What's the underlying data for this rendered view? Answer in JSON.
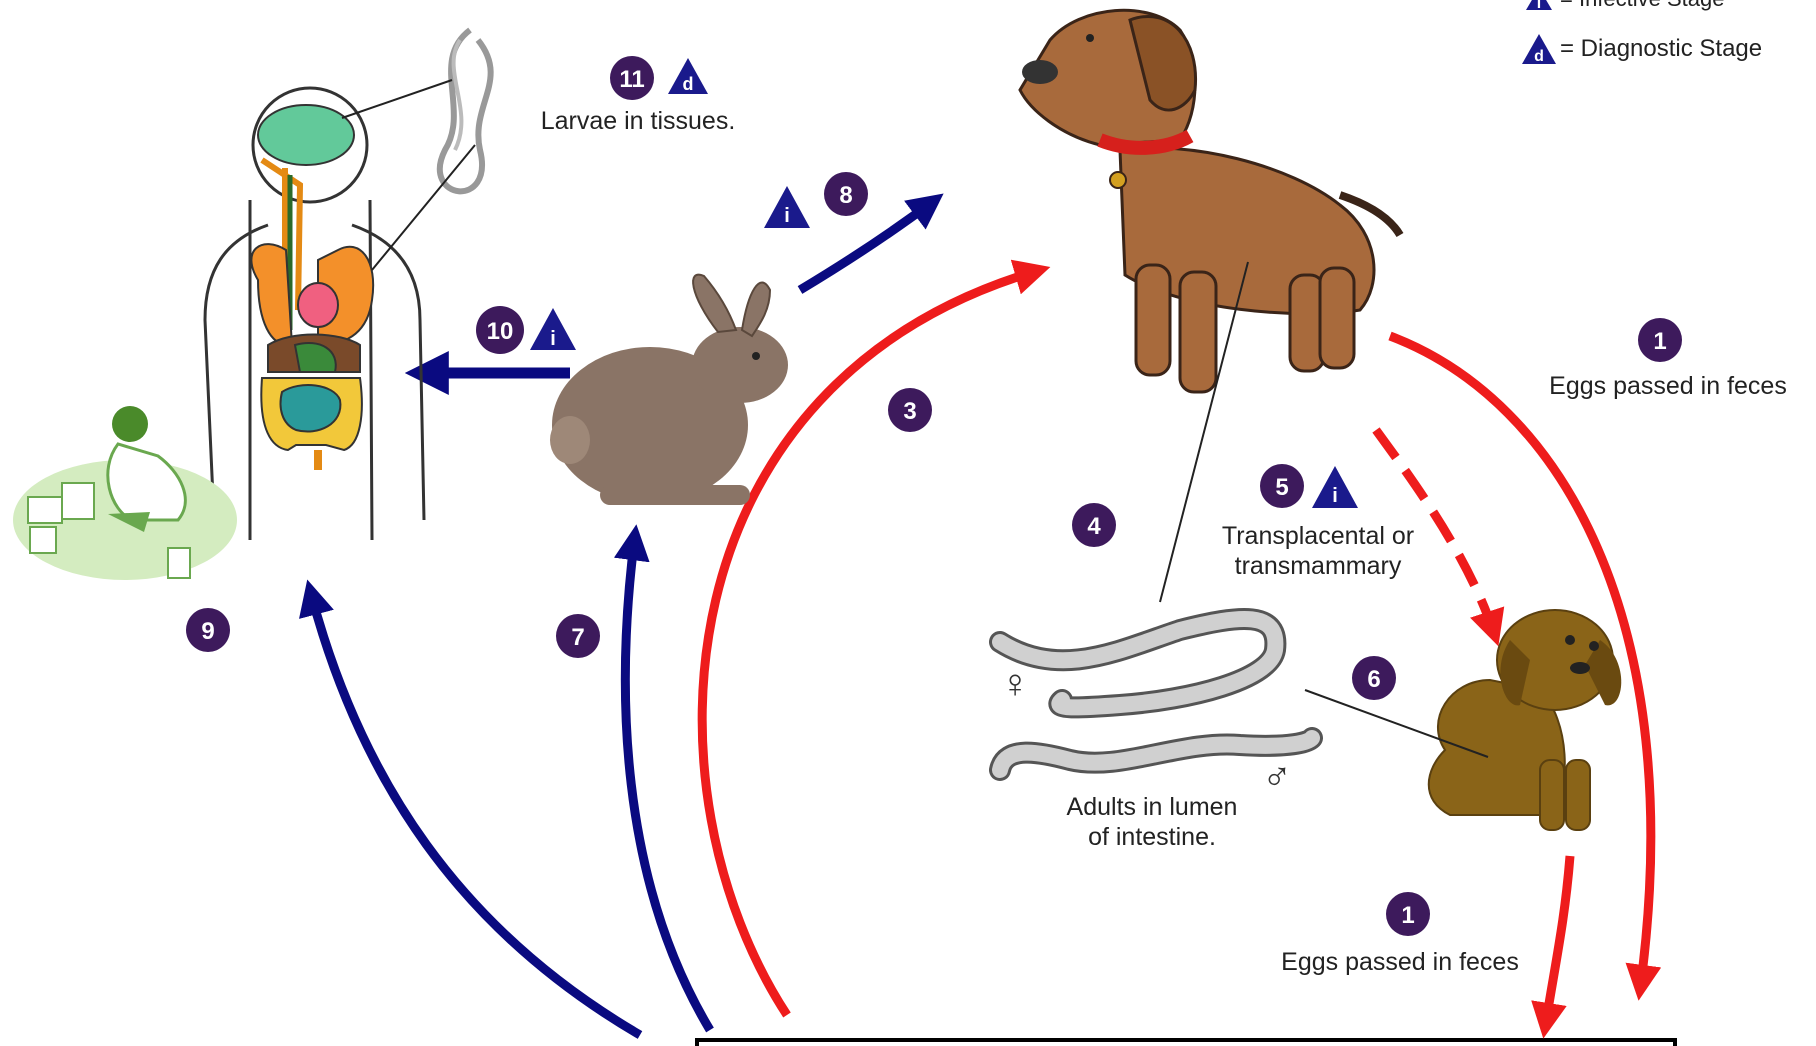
{
  "legend": {
    "infective_label": "= Infective Stage",
    "diagnostic_label": "= Diagnostic Stage",
    "infective_symbol": "i",
    "diagnostic_symbol": "d"
  },
  "steps": {
    "s1a": {
      "number": "1",
      "caption": "Eggs passed in feces"
    },
    "s1b": {
      "number": "1",
      "caption": "Eggs passed in feces"
    },
    "s3": {
      "number": "3"
    },
    "s4": {
      "number": "4"
    },
    "s5": {
      "number": "5",
      "caption_line1": "Transplacental or",
      "caption_line2": "transmammary"
    },
    "s6": {
      "number": "6"
    },
    "s7": {
      "number": "7"
    },
    "s8": {
      "number": "8"
    },
    "s9": {
      "number": "9"
    },
    "s10": {
      "number": "10"
    },
    "s11": {
      "number": "11",
      "caption": "Larvae in tissues."
    }
  },
  "adults": {
    "line1": "Adults in lumen",
    "line2": "of intestine.",
    "female_symbol": "♀",
    "male_symbol": "♂"
  },
  "colors": {
    "step_circle": "#3d1a5c",
    "stage_triangle": "#1a1a8c",
    "red_arrow": "#ee1c1c",
    "blue_arrow": "#0a0a80",
    "dog": "#a86a3c",
    "puppy": "#8a6418",
    "rabbit": "#8a7466"
  }
}
